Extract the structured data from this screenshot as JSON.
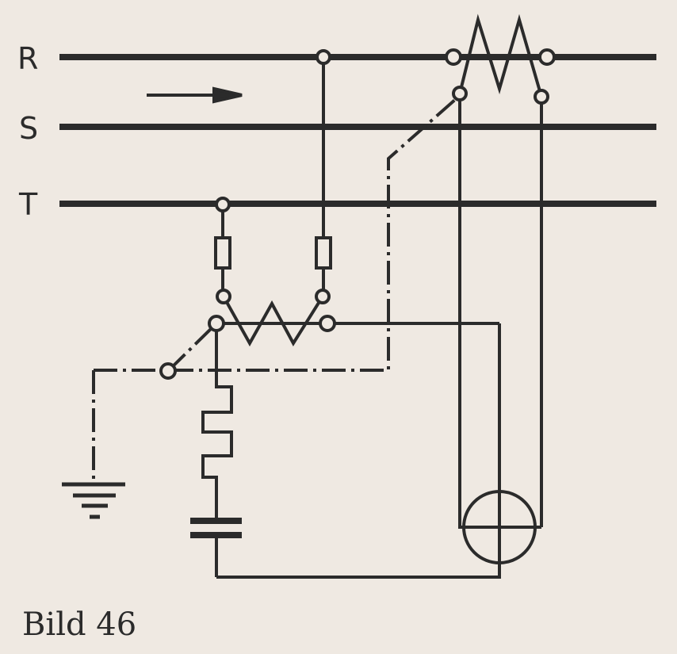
{
  "phases": {
    "r": "R",
    "s": "S",
    "t": "T"
  },
  "caption": "Bild 46",
  "colors": {
    "ink": "#2b2b2b",
    "paper": "#efe9e2"
  }
}
